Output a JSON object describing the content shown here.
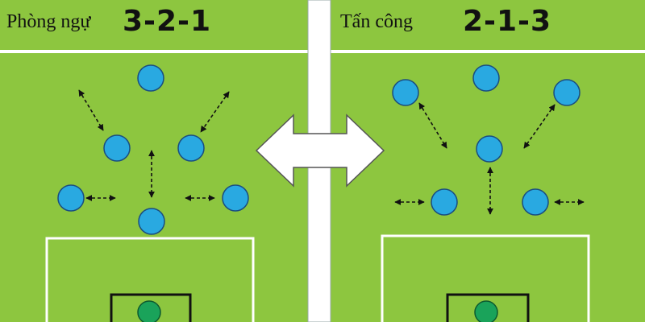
{
  "left_panel": {
    "mode_label": "Phòng ngự",
    "formation": "3-2-1"
  },
  "right_panel": {
    "mode_label": "Tấn công",
    "formation": "2-1-3"
  },
  "colors": {
    "pitch": "#8dc63f",
    "player": "#29a9e1",
    "goalkeeper": "#1aa35a",
    "line": "#ffffff",
    "ink": "#111111"
  }
}
